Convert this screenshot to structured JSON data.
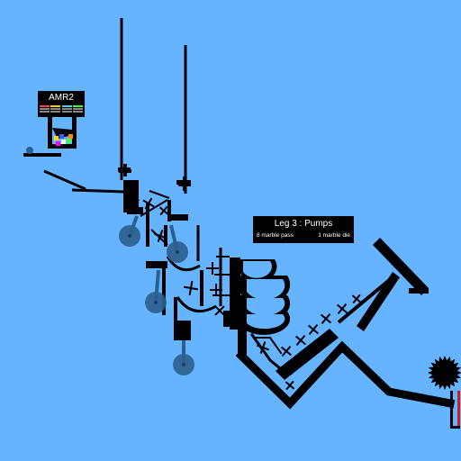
{
  "game": {
    "background_color": "#66b3ff",
    "track_color": "#000000",
    "pump_color": "#2b5f8c",
    "amr_sign": {
      "title": "AMR2",
      "stat_colors": [
        "#ff4040",
        "#ffcc00",
        "#40d0ff",
        "#40ff40"
      ]
    },
    "leg_sign": {
      "title": "Leg 3 : Pumps",
      "marble_pass": "8 marble pass",
      "marble_die": "1 marble die"
    },
    "marbles": [
      {
        "color": "#ff00ff"
      },
      {
        "color": "#ffffff"
      },
      {
        "color": "#40ff40"
      },
      {
        "color": "#ffdd00"
      },
      {
        "color": "#3060ff"
      },
      {
        "color": "#ff8800"
      }
    ],
    "icons": {
      "pump": "pump-disc",
      "spike": "spiked-gear",
      "divider": "cross-divider"
    }
  }
}
